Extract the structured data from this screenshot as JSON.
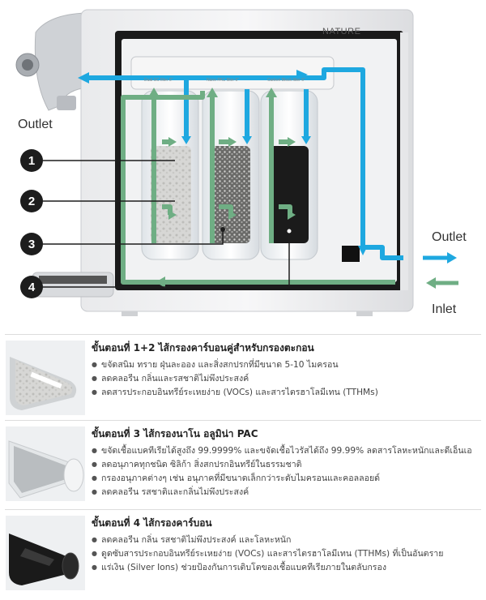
{
  "diagram": {
    "brand": "NATURE",
    "outlet_left": "Outlet",
    "outlet_right": "Outlet",
    "inlet_right": "Inlet",
    "numbers": [
      "1",
      "2",
      "3",
      "4"
    ],
    "filters": [
      {
        "label": "Dual SC filter 6\""
      },
      {
        "label": "Nano PAC filter 6\""
      },
      {
        "label": "Carbon Block filter 6\""
      }
    ],
    "colors": {
      "outlet_flow": "#1ea8e0",
      "inlet_flow": "#6fae84",
      "marker": "#1d1d1d"
    }
  },
  "steps": [
    {
      "title": "ขั้นตอนที่ 1+2 ไส้กรองคาร์บอนคู่สำหรับกรองตะกอน",
      "bullets": [
        "ขจัดสนิม ทราย ฝุ่นละออง และสิ่งสกปรกที่มีขนาด 5-10 ไมครอน",
        "ลดคลอรีน กลิ่นและรสชาติไม่พึงประสงค์",
        "ลดสารประกอบอินทรีย์ระเหยง่าย (VOCs) และสารไตรฮาโลมีเทน (TTHMs)"
      ]
    },
    {
      "title": "ขั้นตอนที่ 3 ไส้กรองนาโน อลูมิน่า PAC",
      "bullets": [
        "ขจัดเชื้อแบคทีเรียได้สูงถึง 99.9999% และขจัดเชื้อไวรัสได้ถึง 99.99% ลดสารโลหะหนักและดีเอ็นเอ",
        "ลดอนุภาคทุกชนิด ซิลิก้า สิ่งสกปรกอินทรีย์ในธรรมชาติ",
        "กรองอนุภาคต่างๆ เช่น อนุภาคที่มีขนาดเล็กกว่าระดับไมครอนและคอลลอยด์",
        "ลดคลอรีน รสชาติและกลิ่นไม่พึงประสงค์"
      ]
    },
    {
      "title": "ขั้นตอนที่ 4 ไส้กรองคาร์บอน",
      "bullets": [
        "ลดคลอรีน กลิ่น รสชาติไม่พึงประสงค์ และโลหะหนัก",
        "ดูดซับสารประกอบอินทรีย์ระเหยง่าย (VOCs) และสารไตรฮาโลมีเทน (TTHMs) ที่เป็นอันตราย",
        "แร่เงิน (Silver Ions) ช่วยป้องกันการเติบโตของเชื้อแบคทีเรียภายในตลับกรอง"
      ]
    }
  ]
}
